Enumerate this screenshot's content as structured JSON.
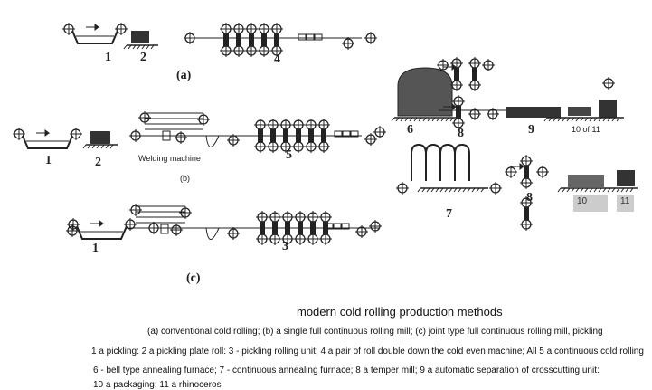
{
  "figure": {
    "labels_a": {
      "n1": "1",
      "n2": "2",
      "n4": "4",
      "tag": "(a)"
    },
    "labels_b": {
      "n1": "1",
      "n2": "2",
      "welding": "Welding machine",
      "tag": "(b)",
      "n5": "5"
    },
    "labels_c": {
      "n1": "1",
      "tag": "(c)",
      "n3": "3"
    },
    "labels_right": {
      "n6": "6",
      "n8a": "8",
      "n9": "9",
      "n10of11": "10 of 11",
      "n7": "7",
      "n8b": "8",
      "n10": "10",
      "n11": "11"
    }
  },
  "caption": {
    "title": "modern cold rolling production methods",
    "line1": "(a) conventional cold rolling; (b) a single full continuous rolling mill; (c) joint type full continuous rolling mill, pickling",
    "line2": "1 a pickling: 2 a pickling plate roll: 3 - pickling rolling unit; 4 a pair of roll double down the cold even machine; All 5 a continuous cold rolling",
    "line3": "6 - bell type annealing furnace; 7 - continuous annealing furnace; 8 a temper mill; 9 a automatic separation of crosscutting unit:",
    "line4": "10 a packaging: 11 a rhinoceros"
  }
}
